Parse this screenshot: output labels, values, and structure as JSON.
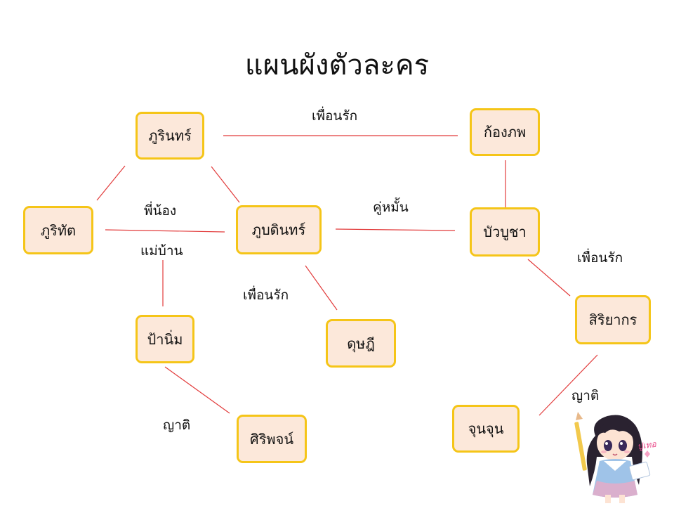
{
  "title": "แผนผังตัวละคร",
  "nodes": {
    "phurin": "ภูรินทร์",
    "kongphop": "ก้องภพ",
    "phuritat": "ภูริทัต",
    "phubodin": "ภูบดินทร์",
    "buabucha": "บัวบูชา",
    "panim": "ป้านิ่ม",
    "dutsadee": "ดุษฎี",
    "siriyakorn": "สิริยากร",
    "siriphot": "ศิริพจน์",
    "junjun": "จุนจุน"
  },
  "relations": {
    "best_friend_1": "เพื่อนรัก",
    "siblings": "พี่น้อง",
    "engaged": "คู่หมั้น",
    "housekeeper": "แม่บ้าน",
    "best_friend_2": "เพื่อนรัก",
    "best_friend_3": "เพื่อนรัก",
    "relative_1": "ญาติ",
    "relative_2": "ญาติ"
  },
  "mascot_sign": "ปูเทอ",
  "colors": {
    "node_fill": "#fce8da",
    "node_border": "#f5c518",
    "edge": "#e23b3b"
  }
}
